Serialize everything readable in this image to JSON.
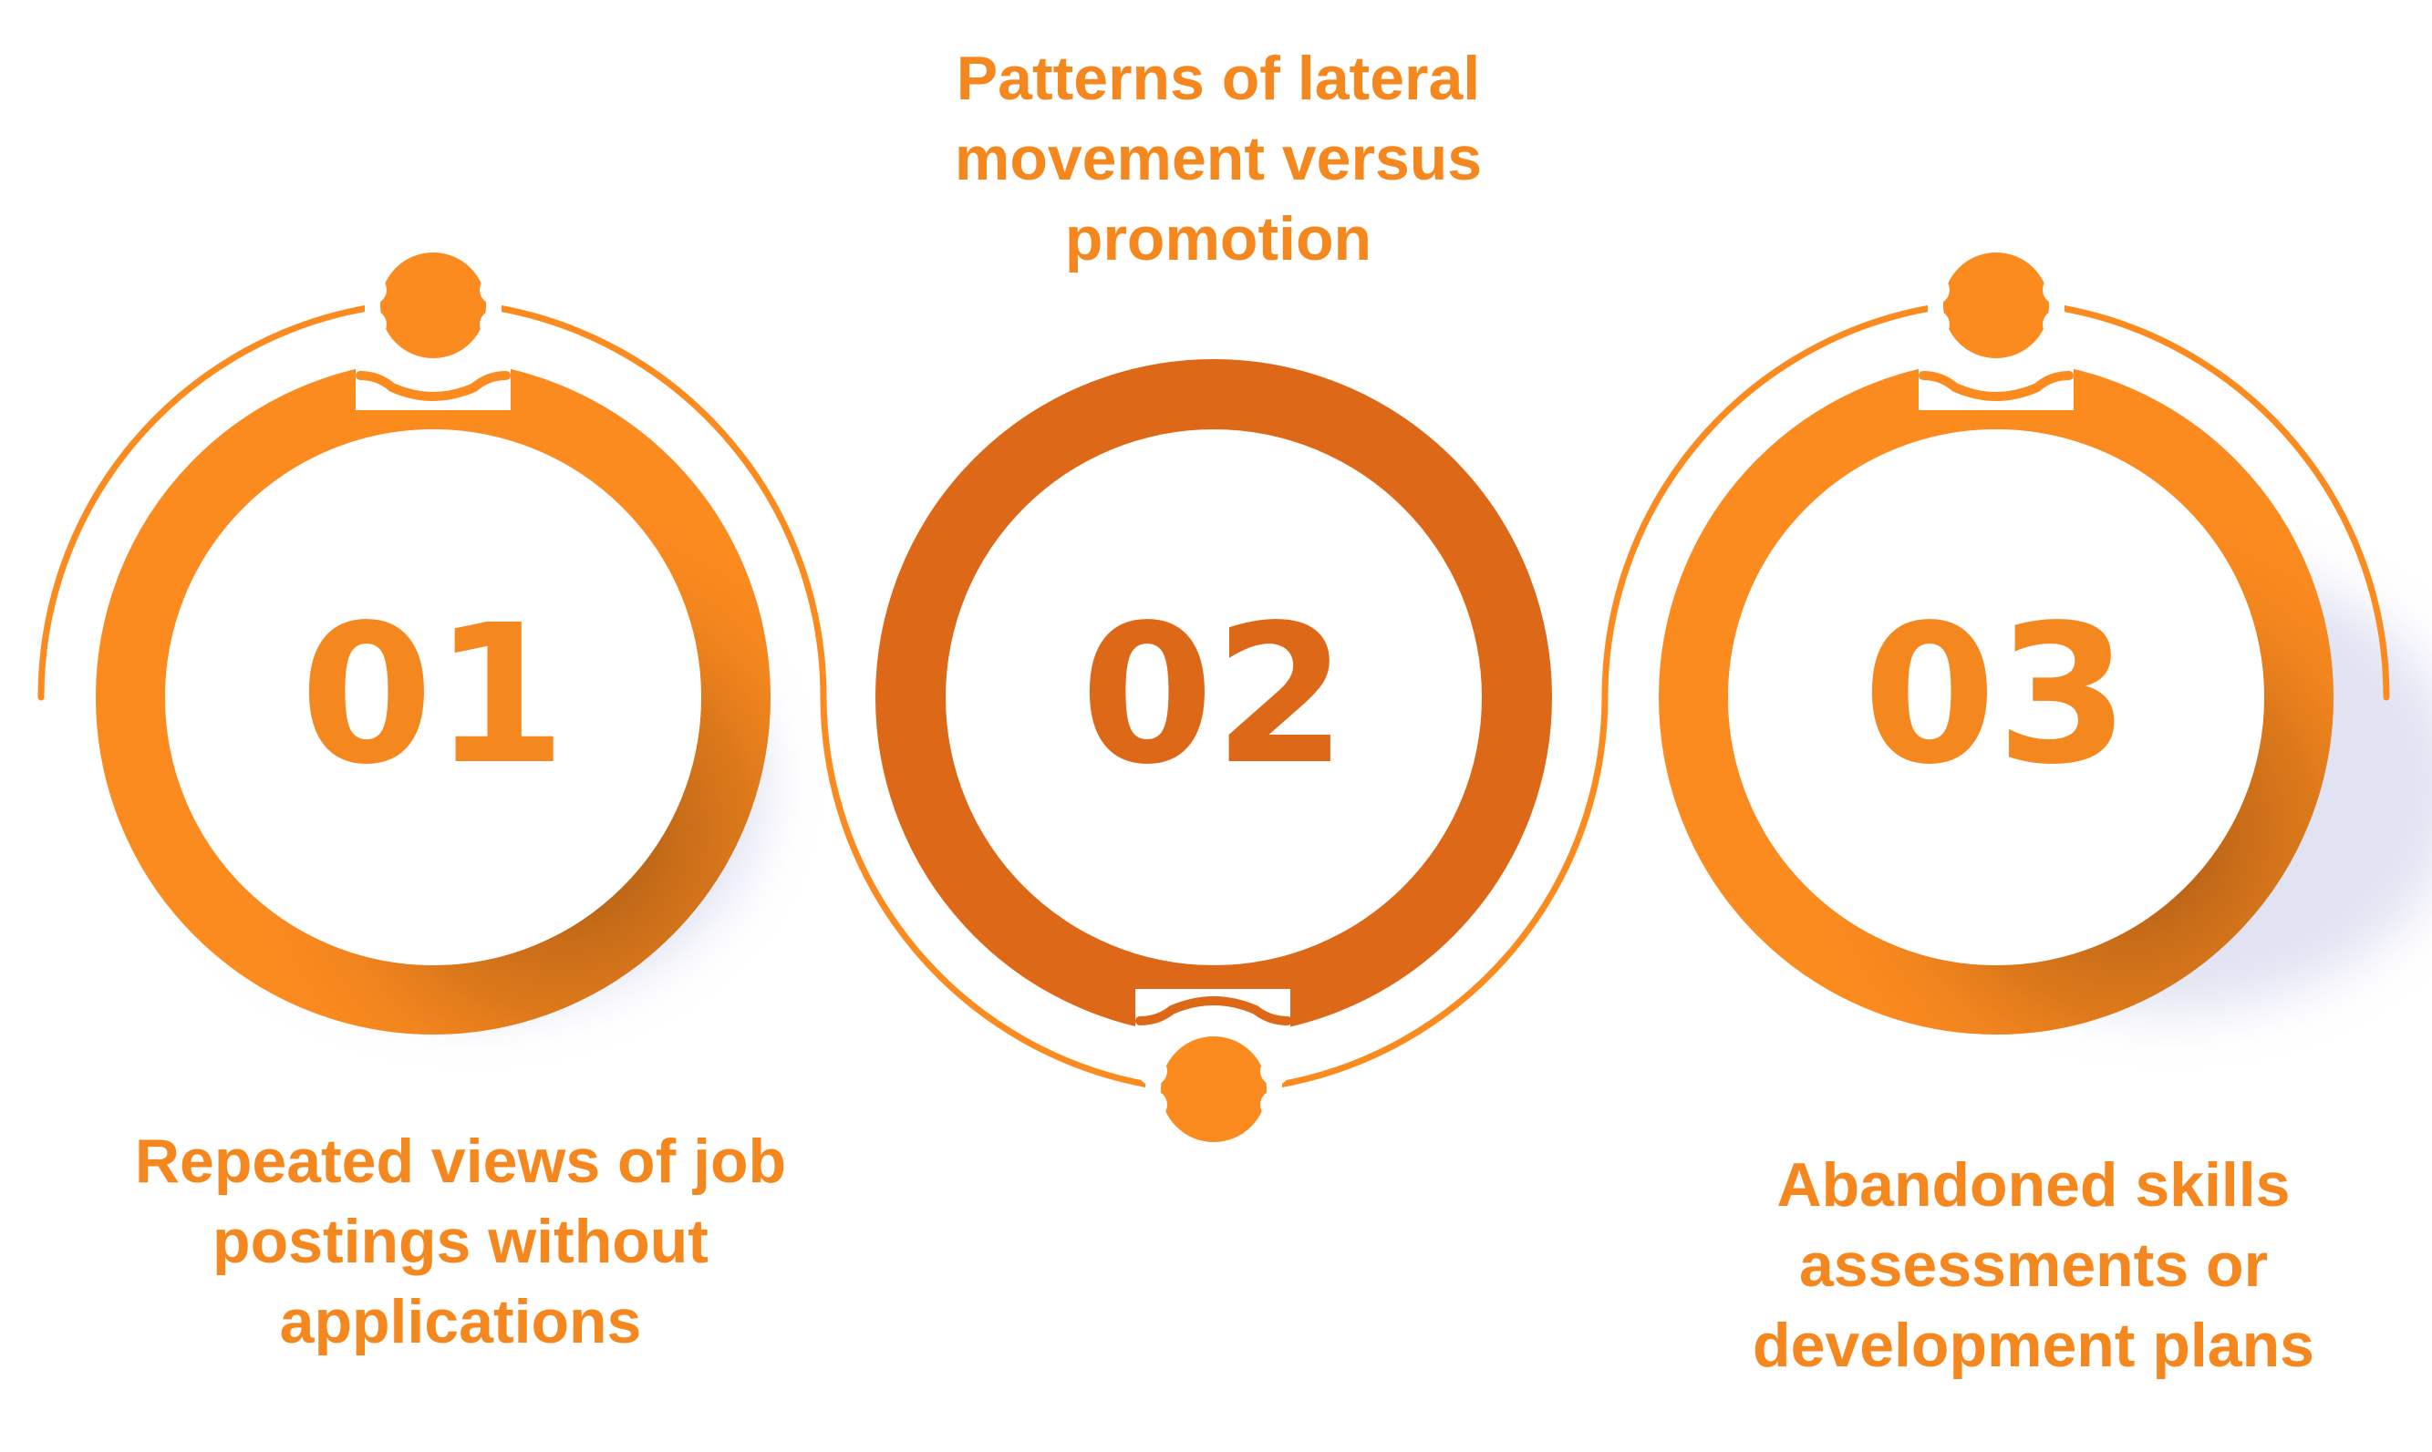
{
  "colors": {
    "accent": "#fb8a1f",
    "accent_dark": "#dd6818",
    "text": "#f5871f",
    "shade": "#a85a18"
  },
  "steps": [
    {
      "number": "01",
      "caption_lines": [
        "Repeated views of job",
        "postings without",
        "applications"
      ]
    },
    {
      "number": "02",
      "caption_lines": [
        "Patterns of lateral",
        "movement versus",
        "promotion"
      ]
    },
    {
      "number": "03",
      "caption_lines": [
        "Abandoned skills",
        "assessments or",
        "development plans"
      ]
    }
  ]
}
